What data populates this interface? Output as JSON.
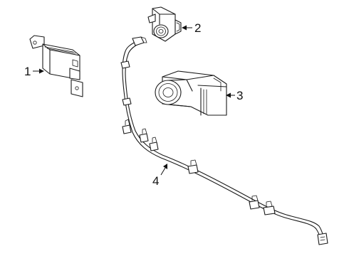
{
  "callouts": [
    {
      "id": "1",
      "label": "1",
      "part": "module"
    },
    {
      "id": "2",
      "label": "2",
      "part": "sensor-small"
    },
    {
      "id": "3",
      "label": "3",
      "part": "sensor-large"
    },
    {
      "id": "4",
      "label": "4",
      "part": "wiring-harness"
    }
  ],
  "colors": {
    "line": "#1a1a1a",
    "background": "#ffffff"
  }
}
